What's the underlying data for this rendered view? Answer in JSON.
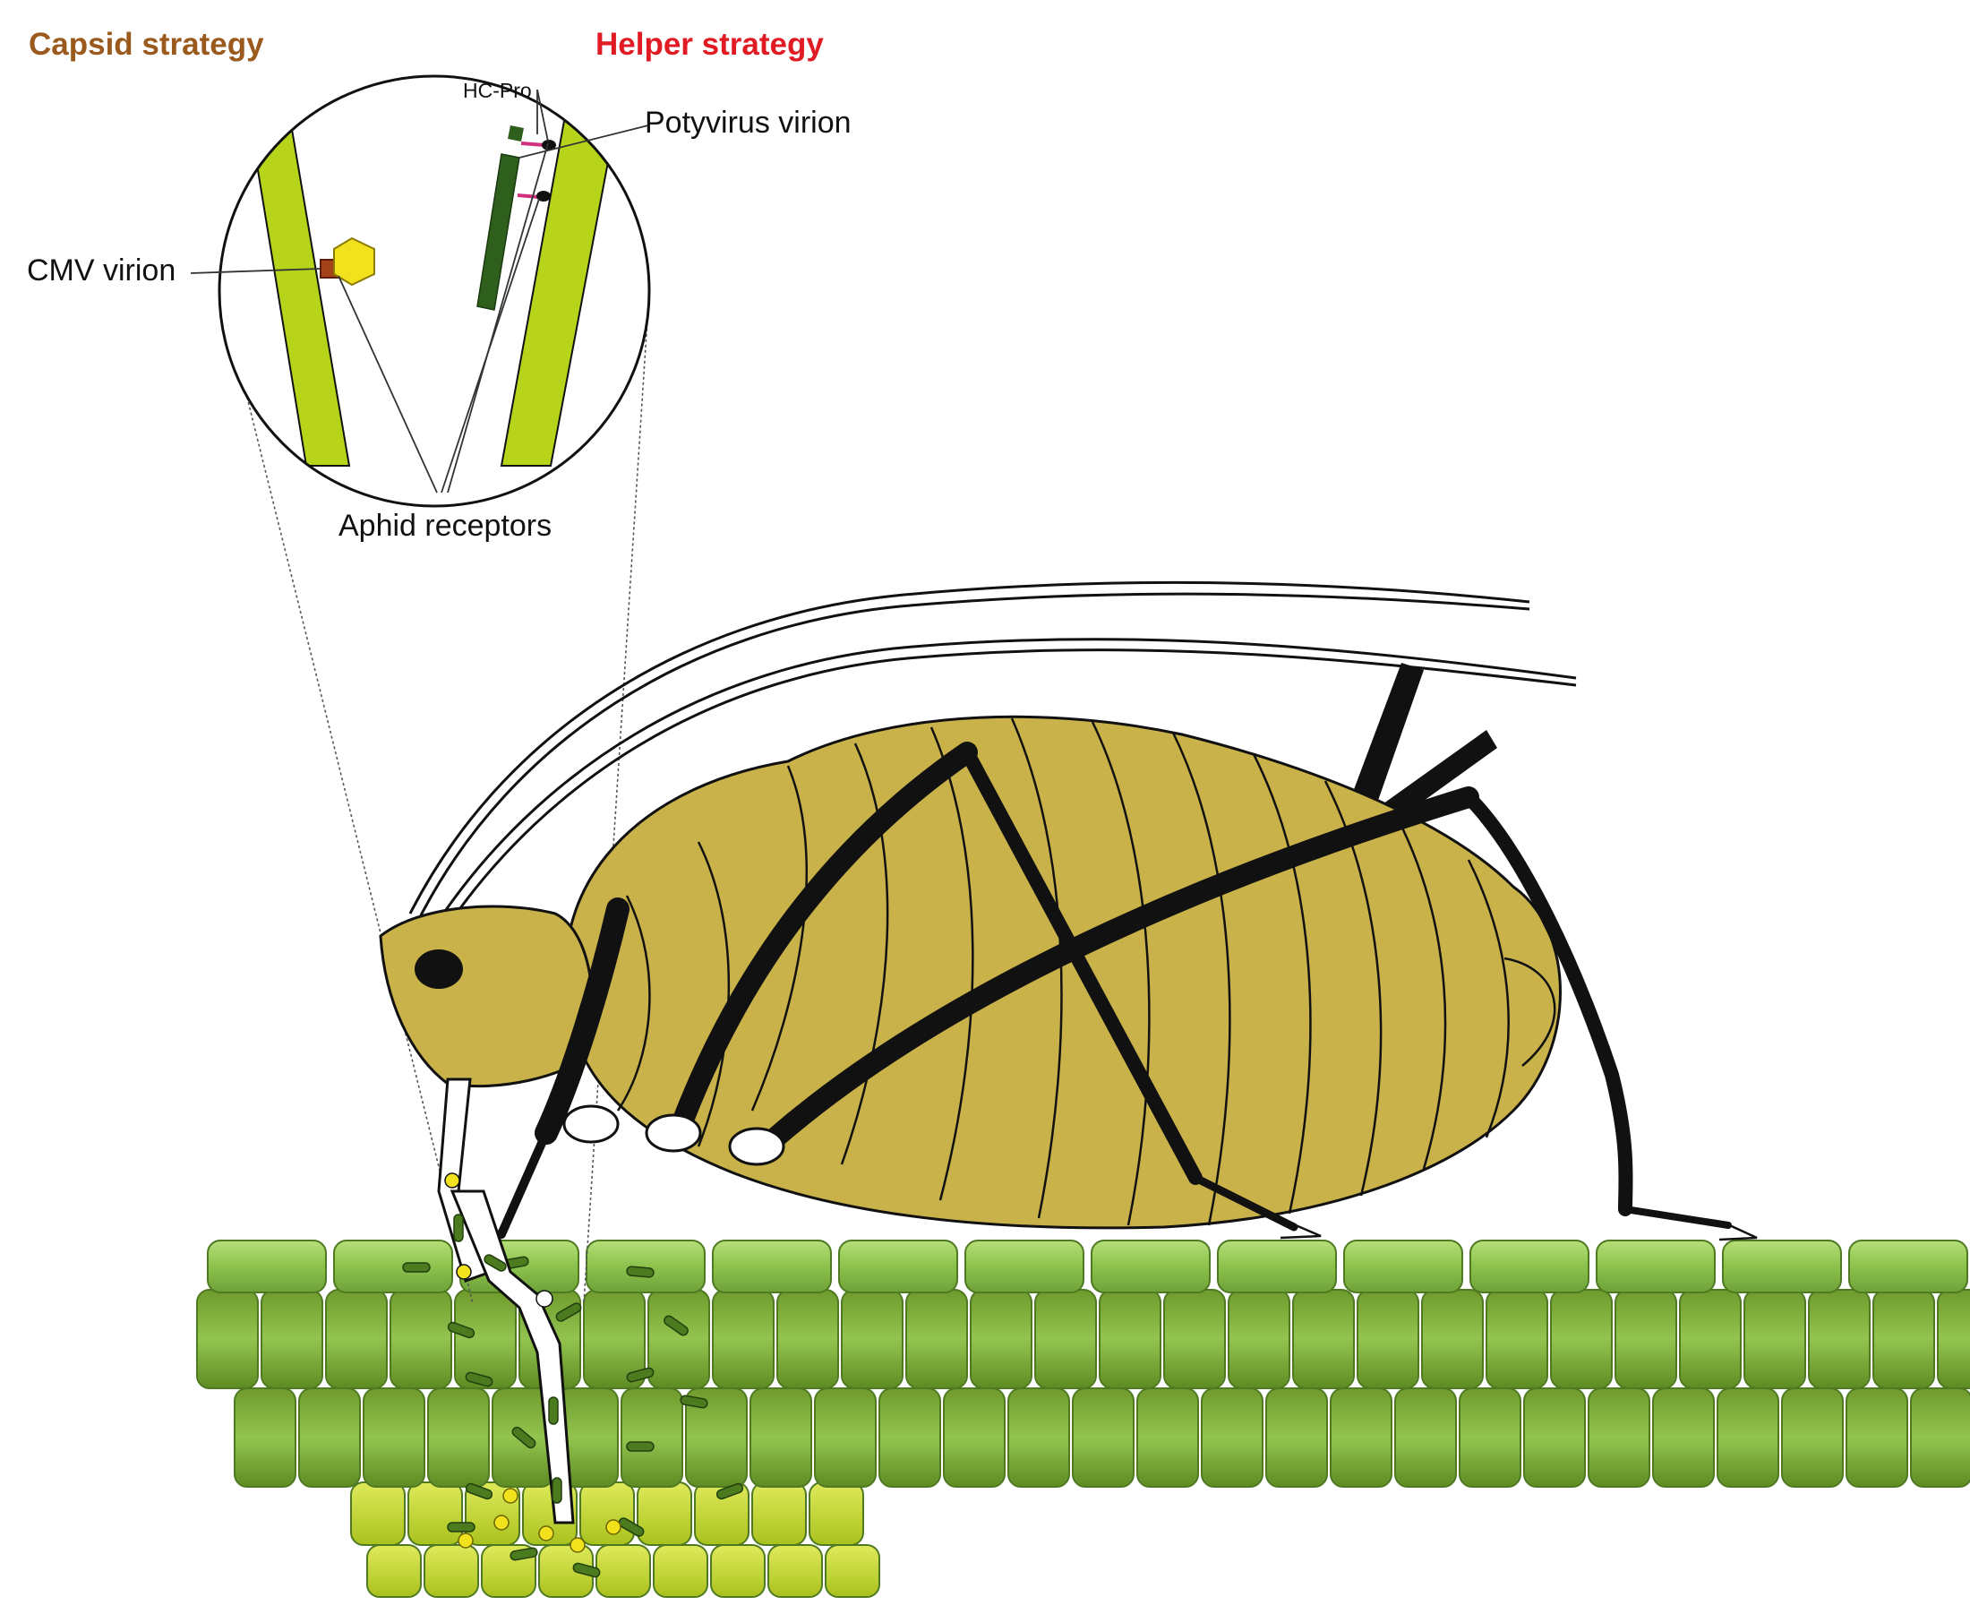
{
  "titles": {
    "capsid": "Capsid strategy",
    "helper": "Helper strategy"
  },
  "labels": {
    "hc_pro": "HC-Pro",
    "potyvirus": "Potyvirus virion",
    "cmv": "CMV virion",
    "receptors": "Aphid receptors"
  },
  "colors": {
    "capsid_title": "#9a5a1e",
    "helper_title": "#e01b24",
    "stylet_band": "#b8d41a",
    "aphid_body": "#c9b24a",
    "cmv_capsid": "#f2e21e",
    "cmv_receptor": "#a4431a",
    "potyvirus": "#2e5f1d",
    "hc_pro": "#d0317f",
    "leaf_cell": "#8cbf4c",
    "leaf_cell_light": "#c7dc3a"
  },
  "icons": {
    "magnifier": "zoom-circle-icon",
    "insect": "aphid-illustration",
    "tissue": "leaf-tissue-illustration"
  }
}
